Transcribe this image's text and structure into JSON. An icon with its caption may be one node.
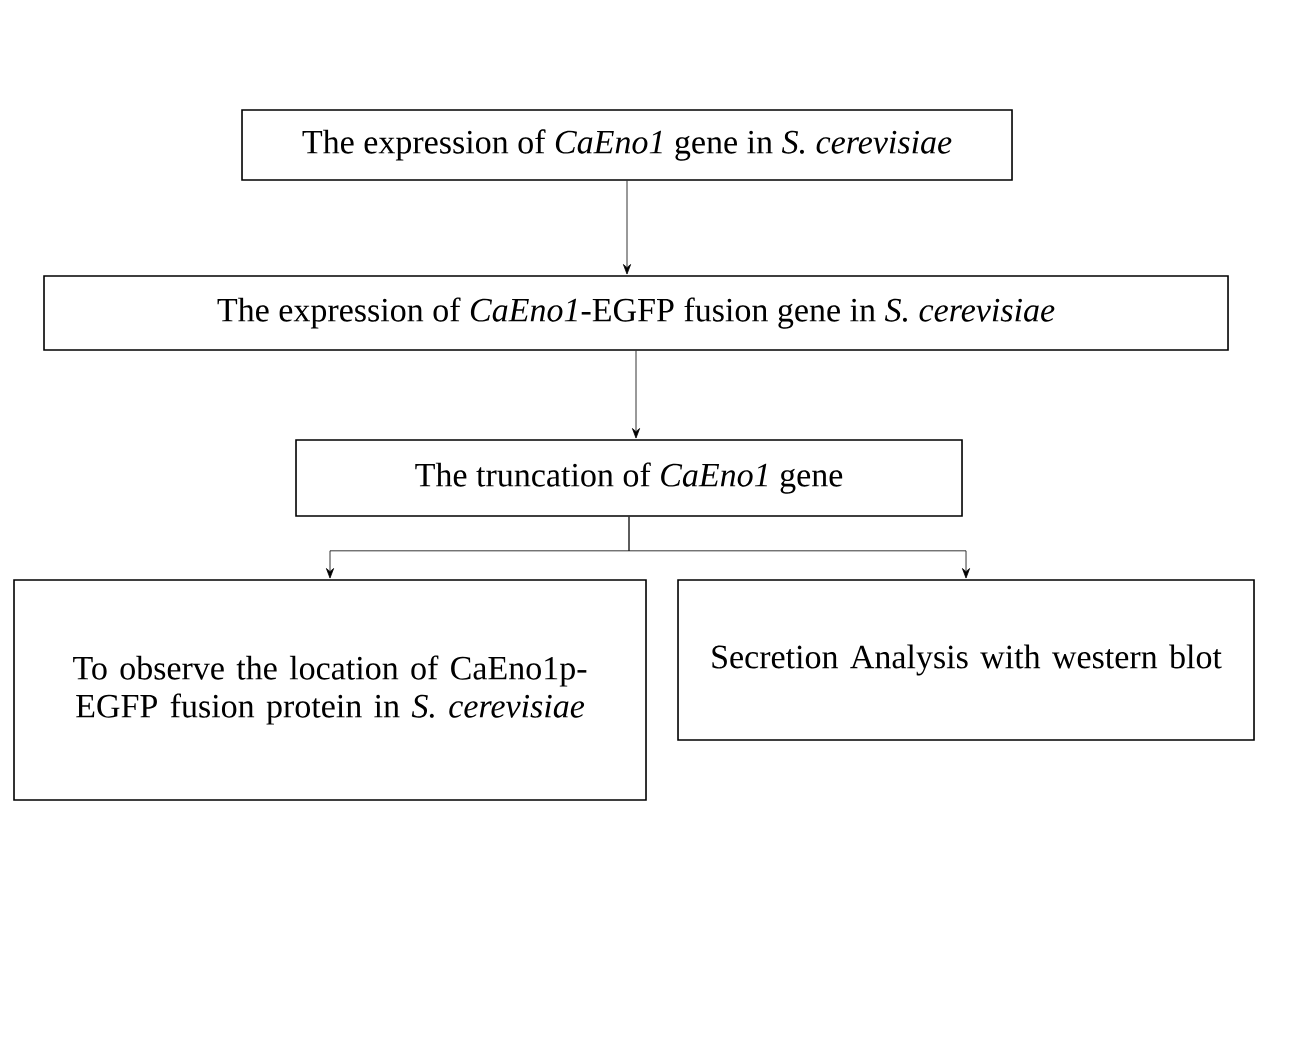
{
  "diagram": {
    "nodes": [
      {
        "text": [
          "The expression of *CaEno1* gene in *S. cerevisiae*"
        ]
      },
      {
        "text": [
          "The expression of *CaEno1*-EGFP fusion gene in *S. cerevisiae*"
        ]
      },
      {
        "text": [
          "The truncation of *CaEno1* gene"
        ]
      },
      {
        "text": [
          "To observe the location of CaEno1p-EGFP fusion protein in *S. cerevisiae*"
        ]
      },
      {
        "text": [
          "Secretion Analysis with western blot"
        ]
      }
    ],
    "edges": [
      {
        "from": 0,
        "to": 1,
        "arrow": "to"
      },
      {
        "from": 1,
        "to": 2,
        "arrow": "to"
      },
      {
        "from": 2,
        "to": 3,
        "arrow": "to"
      },
      {
        "from": 2,
        "to": 4,
        "arrow": "to"
      }
    ]
  }
}
